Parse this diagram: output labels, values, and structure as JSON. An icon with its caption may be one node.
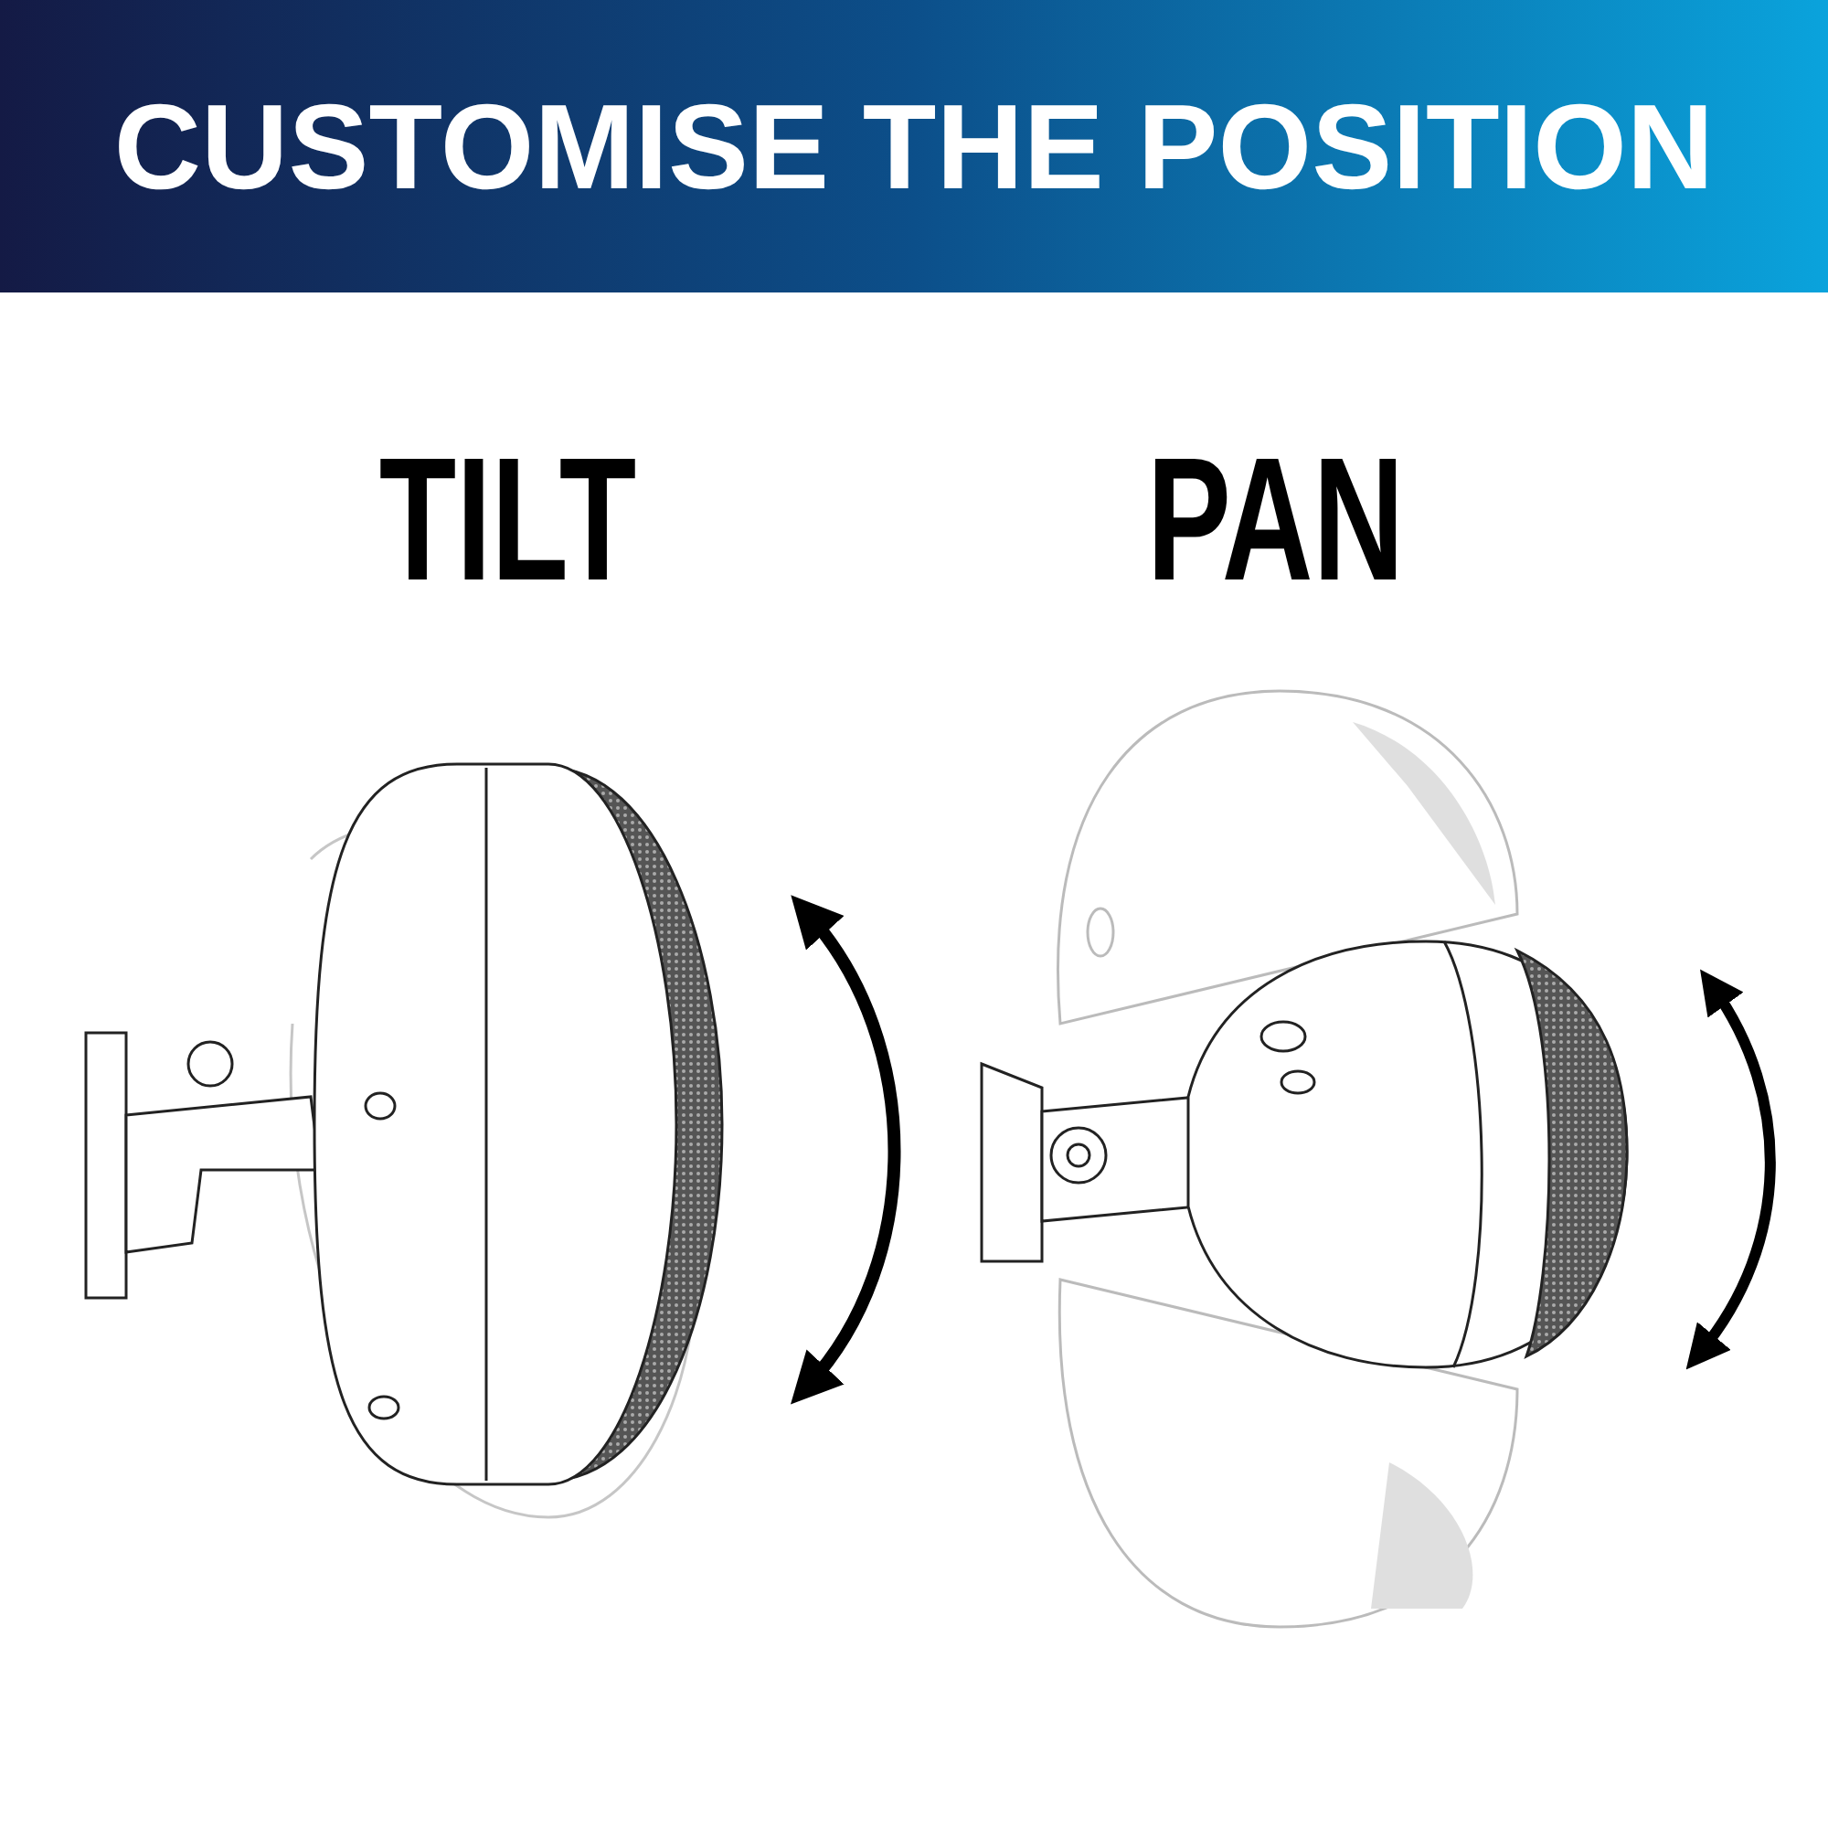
{
  "diagram": {
    "title": "CUSTOMISE THE POSITION",
    "labels": [
      "TILT",
      "PAN"
    ]
  }
}
